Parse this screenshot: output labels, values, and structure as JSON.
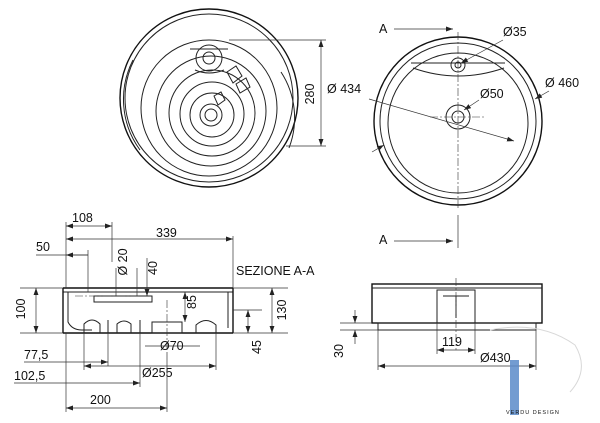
{
  "top_view": {
    "height_label": "280"
  },
  "plan_view": {
    "section_marker_top": "A",
    "section_marker_bottom": "A",
    "tap_hole_label": "Ø35",
    "drain_label": "Ø50",
    "inner_diameter_label": "Ø 434",
    "outer_diameter_label": "Ø 460"
  },
  "section_view": {
    "title": "SEZIONE A-A",
    "dim_108": "108",
    "dim_339": "339",
    "dim_50": "50",
    "dim_d20": "Ø 20",
    "dim_40": "40",
    "dim_85": "85",
    "dim_100": "100",
    "dim_130": "130",
    "dim_45": "45",
    "dim_77_5": "77,5",
    "dim_102_5": "102,5",
    "dim_d70": "Ø70",
    "dim_d255": "Ø255",
    "dim_200": "200"
  },
  "side_view": {
    "dim_30": "30",
    "dim_119": "119",
    "dim_d430": "Ø430"
  },
  "watermark": {
    "text": "VERDU DESIGN",
    "color": "#5b8bc9"
  }
}
